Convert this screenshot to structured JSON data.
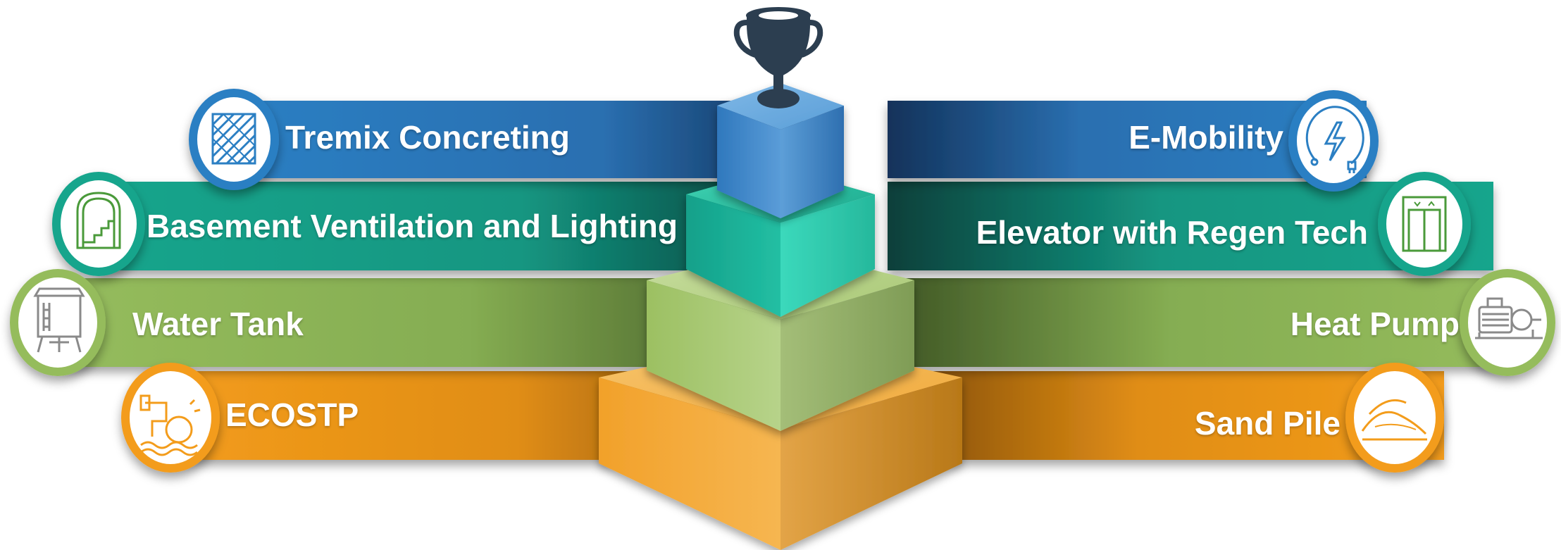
{
  "colors": {
    "blue": "#2f7fc1",
    "teal": "#14a38b",
    "green": "#8db85a",
    "orange": "#f39c1a"
  },
  "left_items": [
    {
      "label": "Tremix Concreting",
      "icon": "hatched-concrete-icon"
    },
    {
      "label": "Basement Ventilation and Lighting",
      "icon": "basement-stairs-icon"
    },
    {
      "label": "Water Tank",
      "icon": "water-tank-icon"
    },
    {
      "label": "ECOSTP",
      "icon": "sewage-treatment-icon"
    }
  ],
  "right_items": [
    {
      "label": "E-Mobility",
      "icon": "ev-charging-plug-icon"
    },
    {
      "label": "Elevator with Regen Tech",
      "icon": "elevator-icon"
    },
    {
      "label": "Heat Pump",
      "icon": "pump-motor-icon"
    },
    {
      "label": "Sand Pile",
      "icon": "sand-pile-icon"
    }
  ],
  "top_icon": "trophy-icon"
}
